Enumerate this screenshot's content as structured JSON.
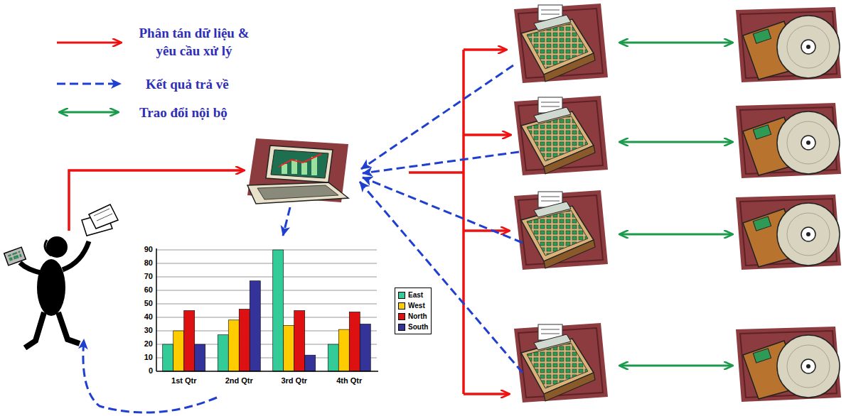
{
  "diagram": {
    "labels": [
      "90",
      "80",
      "70",
      "60",
      "50",
      "40",
      "30",
      "20",
      "10",
      "0",
      "1st Qtr",
      "2nd Qtr",
      "3rd Qtr",
      "4th Qtr"
    ],
    "legend": [
      {
        "text": "Phân tán dữ liệu & yêu cầu xử lý"
      },
      {
        "text": "Kết quả trả về"
      },
      {
        "text": "Trao đổi nội bộ"
      },
      {
        "text": "East",
        "color": "#33cc99"
      },
      {
        "text": "West",
        "color": "#ffcc00"
      },
      {
        "text": "North",
        "color": "#dd1111"
      },
      {
        "text": "South",
        "color": "#333399"
      }
    ]
  }
}
